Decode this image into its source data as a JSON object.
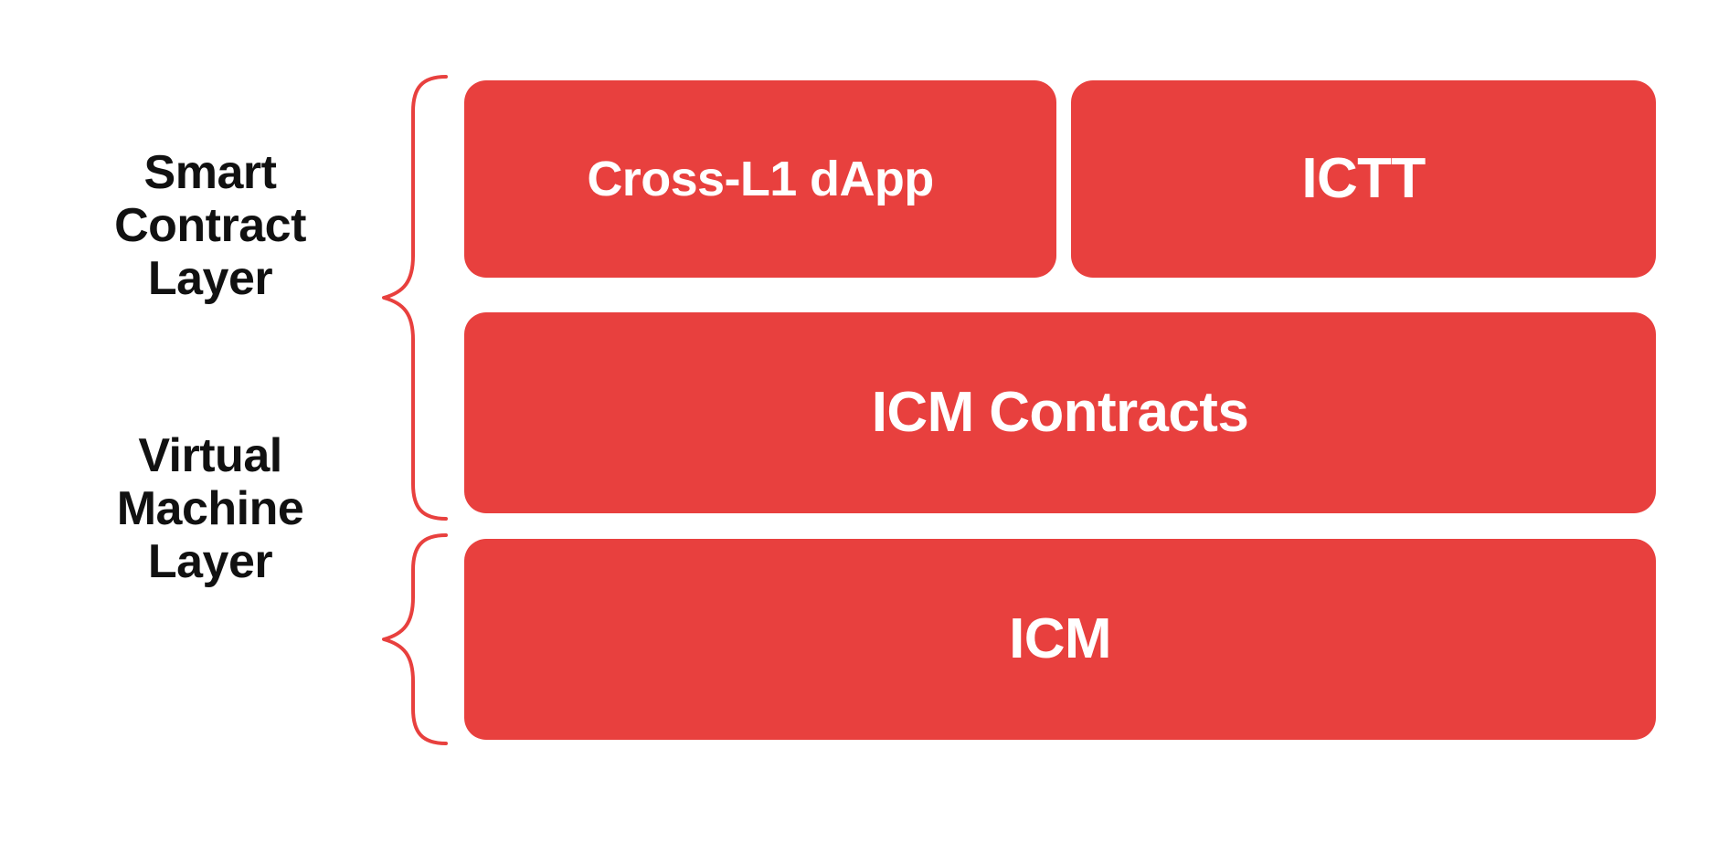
{
  "diagram": {
    "title": "Smart Contract and Virtual Machine Layer Stack",
    "type": "layered-architecture",
    "background_color": "#FFFFFF",
    "accent_color": "#E8403E",
    "box_fill_color": "#E8403E",
    "box_text_color": "#FFFFFF",
    "label_text_color": "#111111",
    "brace_stroke_color": "#E8403E"
  },
  "layers": [
    {
      "id": "smart-contract-layer",
      "label": "Smart\nContract\nLayer",
      "brace_icon": "curly-brace-icon",
      "rows": [
        {
          "id": "row-applications",
          "boxes": [
            {
              "id": "cross-l1-dapp",
              "label": "Cross-L1 dApp"
            },
            {
              "id": "ictt",
              "label": "ICTT"
            }
          ]
        },
        {
          "id": "row-icm-contracts",
          "boxes": [
            {
              "id": "icm-contracts",
              "label": "ICM Contracts"
            }
          ]
        }
      ]
    },
    {
      "id": "virtual-machine-layer",
      "label": "Virtual\nMachine\nLayer",
      "brace_icon": "curly-brace-icon",
      "rows": [
        {
          "id": "row-icm",
          "boxes": [
            {
              "id": "icm",
              "label": "ICM"
            }
          ]
        }
      ]
    }
  ]
}
